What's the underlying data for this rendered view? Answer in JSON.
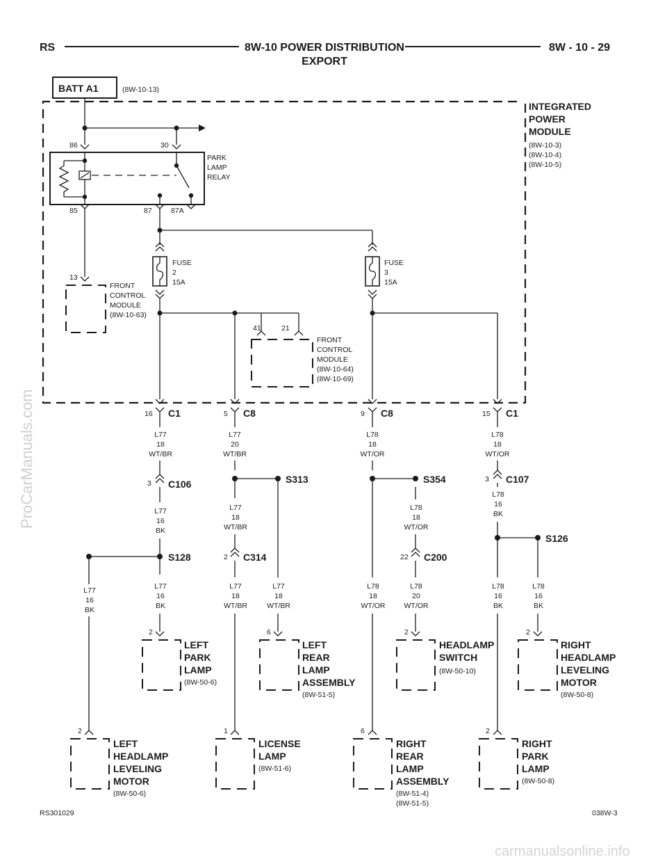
{
  "header": {
    "left": "RS",
    "title_line1": "8W-10 POWER DISTRIBUTION",
    "title_line2": "EXPORT",
    "right": "8W - 10 - 29"
  },
  "footer": {
    "left": "RS301029",
    "right": "038W-3"
  },
  "watermarks": {
    "side": "ProCarManuals.com",
    "bottom": "carmanualsonline.info"
  },
  "batt": {
    "label": "BATT A1",
    "ref": "(8W-10-13)"
  },
  "ipm": {
    "l1": "INTEGRATED",
    "l2": "POWER",
    "l3": "MODULE",
    "r1": "(8W-10-3)",
    "r2": "(8W-10-4)",
    "r3": "(8W-10-5)"
  },
  "relay": {
    "l1": "PARK",
    "l2": "LAMP",
    "l3": "RELAY",
    "pin86": "86",
    "pin30": "30",
    "pin85": "85",
    "pin87": "87",
    "pin87a": "87A"
  },
  "fuse2": {
    "l1": "FUSE",
    "l2": "2",
    "l3": "15A"
  },
  "fuse3": {
    "l1": "FUSE",
    "l2": "3",
    "l3": "15A"
  },
  "fcm1": {
    "pin": "13",
    "l1": "FRONT",
    "l2": "CONTROL",
    "l3": "MODULE",
    "l4": "(8W-10-63)"
  },
  "fcm2": {
    "pin1": "41",
    "pin2": "21",
    "l1": "FRONT",
    "l2": "CONTROL",
    "l3": "MODULE",
    "l4": "(8W-10-64)",
    "l5": "(8W-10-69)"
  },
  "connectors": {
    "c1a": {
      "pin": "16",
      "name": "C1"
    },
    "c8a": {
      "pin": "5",
      "name": "C8"
    },
    "c8b": {
      "pin": "9",
      "name": "C8"
    },
    "c1b": {
      "pin": "15",
      "name": "C1"
    },
    "c106": {
      "pin": "3",
      "name": "C106"
    },
    "c107": {
      "pin": "3",
      "name": "C107"
    },
    "c314": {
      "pin": "2",
      "name": "C314"
    },
    "c200": {
      "pin": "22",
      "name": "C200"
    }
  },
  "splices": {
    "s313": "S313",
    "s354": "S354",
    "s128": "S128",
    "s126": "S126"
  },
  "wires": {
    "w1": {
      "c": "L77",
      "g": "18",
      "col": "WT/BR"
    },
    "w2": {
      "c": "L77",
      "g": "20",
      "col": "WT/BR"
    },
    "w3": {
      "c": "L78",
      "g": "18",
      "col": "WT/OR"
    },
    "w4": {
      "c": "L78",
      "g": "18",
      "col": "WT/OR"
    },
    "w5": {
      "c": "L77",
      "g": "16",
      "col": "BK"
    },
    "w6": {
      "c": "L77",
      "g": "18",
      "col": "WT/BR"
    },
    "w7": {
      "c": "L78",
      "g": "18",
      "col": "WT/OR"
    },
    "w8": {
      "c": "L78",
      "g": "16",
      "col": "BK"
    },
    "w9": {
      "c": "L77",
      "g": "16",
      "col": "BK"
    },
    "w10": {
      "c": "L77",
      "g": "16",
      "col": "BK"
    },
    "w11": {
      "c": "L77",
      "g": "18",
      "col": "WT/BR"
    },
    "w12": {
      "c": "L77",
      "g": "18",
      "col": "WT/BR"
    },
    "w13": {
      "c": "L78",
      "g": "18",
      "col": "WT/OR"
    },
    "w14": {
      "c": "L78",
      "g": "20",
      "col": "WT/OR"
    },
    "w15": {
      "c": "L78",
      "g": "16",
      "col": "BK"
    },
    "w16": {
      "c": "L78",
      "g": "16",
      "col": "BK"
    }
  },
  "components": {
    "left_park": {
      "pin": "2",
      "l1": "LEFT",
      "l2": "PARK",
      "l3": "LAMP",
      "ref": "(8W-50-6)"
    },
    "left_rear": {
      "pin": "6",
      "l1": "LEFT",
      "l2": "REAR",
      "l3": "LAMP",
      "l4": "ASSEMBLY",
      "ref": "(8W-51-5)"
    },
    "headlamp_sw": {
      "pin": "2",
      "l1": "HEADLAMP",
      "l2": "SWITCH",
      "ref": "(8W-50-10)"
    },
    "right_hl_lev": {
      "pin": "2",
      "l1": "RIGHT",
      "l2": "HEADLAMP",
      "l3": "LEVELING",
      "l4": "MOTOR",
      "ref": "(8W-50-8)"
    },
    "left_hl_lev": {
      "pin": "2",
      "l1": "LEFT",
      "l2": "HEADLAMP",
      "l3": "LEVELING",
      "l4": "MOTOR",
      "ref": "(8W-50-6)"
    },
    "license": {
      "pin": "1",
      "l1": "LICENSE",
      "l2": "LAMP",
      "ref": "(8W-51-6)"
    },
    "right_rear": {
      "pin": "6",
      "l1": "RIGHT",
      "l2": "REAR",
      "l3": "LAMP",
      "l4": "ASSEMBLY",
      "ref1": "(8W-51-4)",
      "ref2": "(8W-51-5)"
    },
    "right_park": {
      "pin": "2",
      "l1": "RIGHT",
      "l2": "PARK",
      "l3": "LAMP",
      "ref": "(8W-50-8)"
    }
  }
}
